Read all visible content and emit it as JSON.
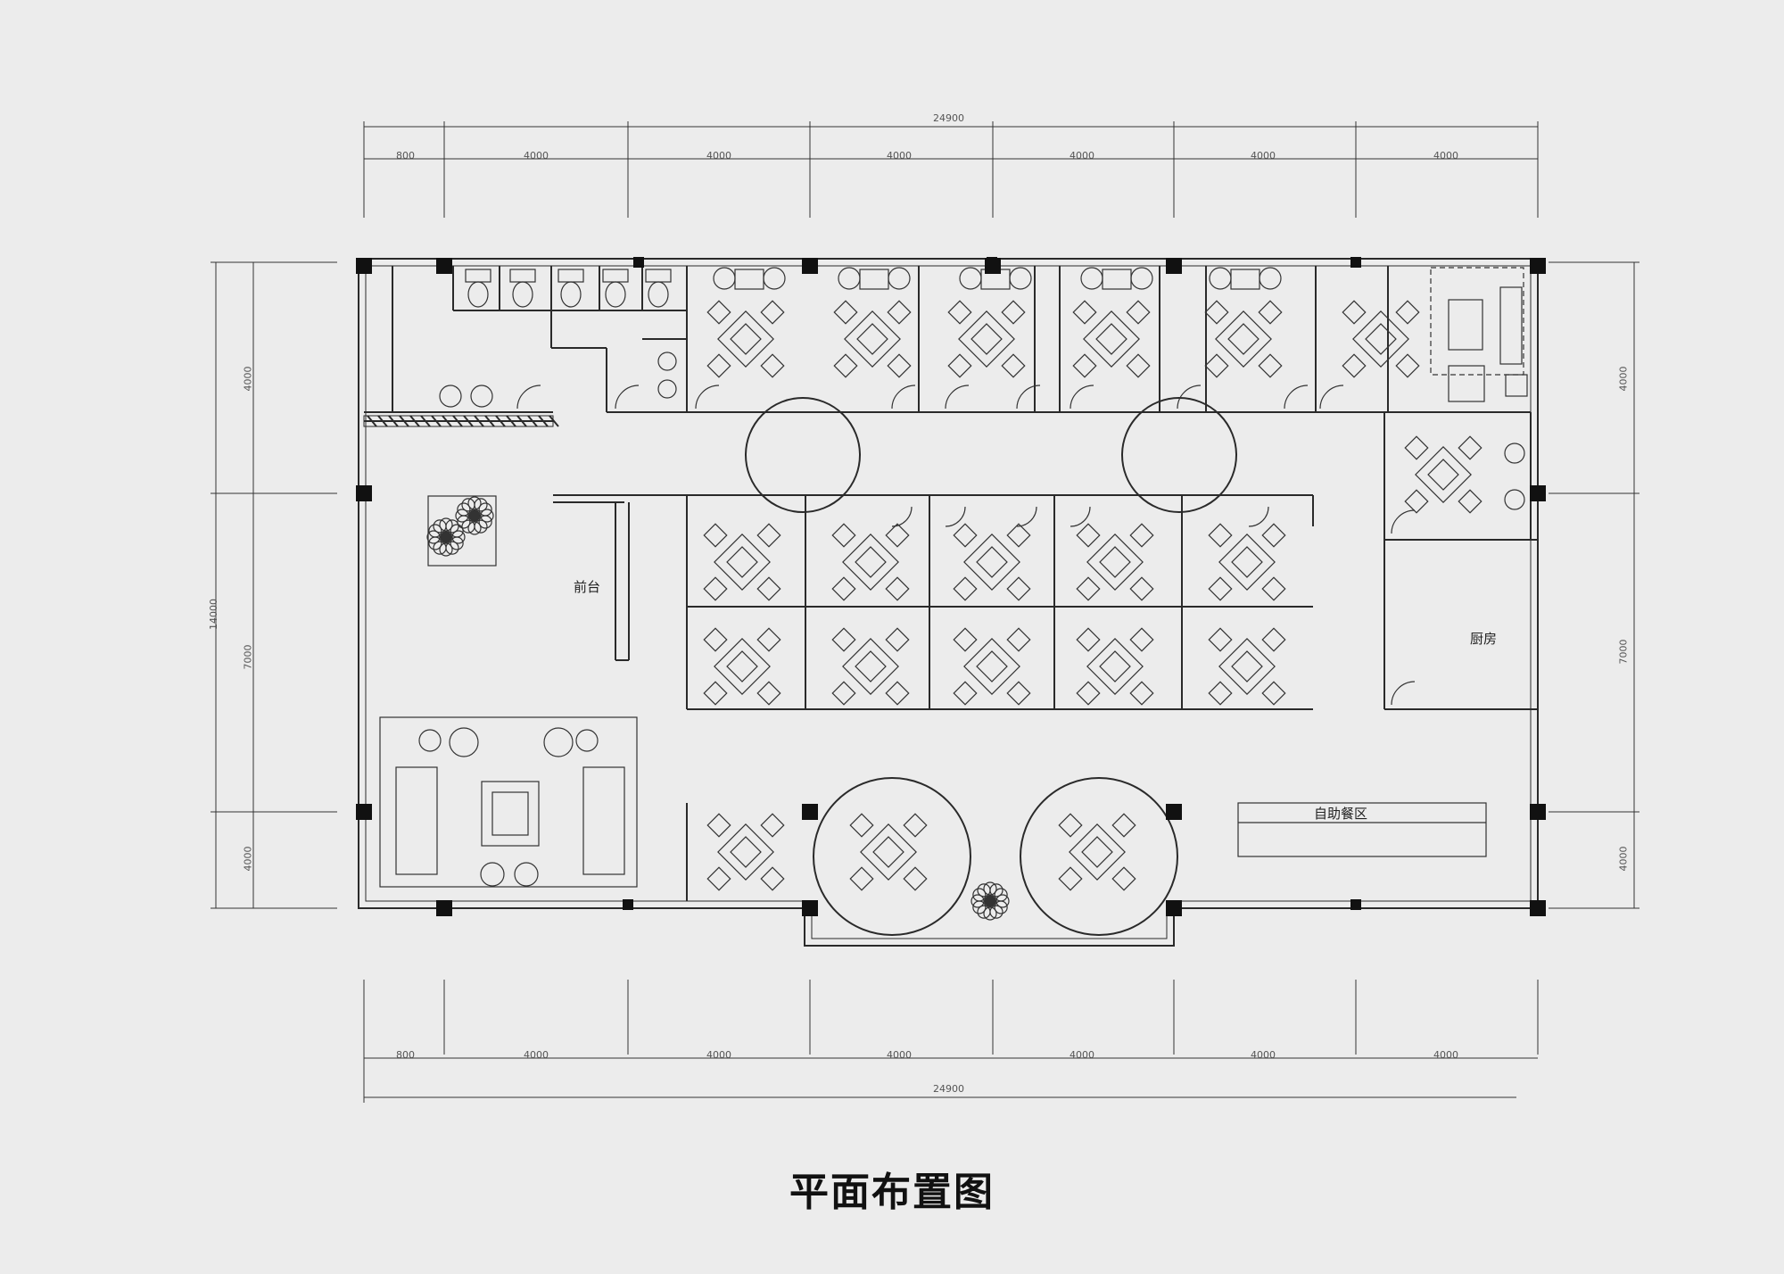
{
  "title": "平面布置图",
  "rooms": {
    "reception": "前台",
    "kitchen": "厨房",
    "buffet": "自助餐区"
  },
  "dimensions": {
    "top_overall": "24900",
    "top_segments": [
      "800",
      "4000",
      "4000",
      "4000",
      "4000",
      "4000",
      "4000"
    ],
    "bottom_overall": "24900",
    "bottom_segments": [
      "800",
      "4000",
      "4000",
      "4000",
      "4000",
      "4000",
      "4000"
    ],
    "left_overall": "14000",
    "left_segments": [
      "4000",
      "7000",
      "4000"
    ],
    "right_segments": [
      "4000",
      "7000",
      "4000"
    ]
  },
  "colors": {
    "line": "#2a2a2a",
    "column": "#111111",
    "paper": "#ececec"
  }
}
